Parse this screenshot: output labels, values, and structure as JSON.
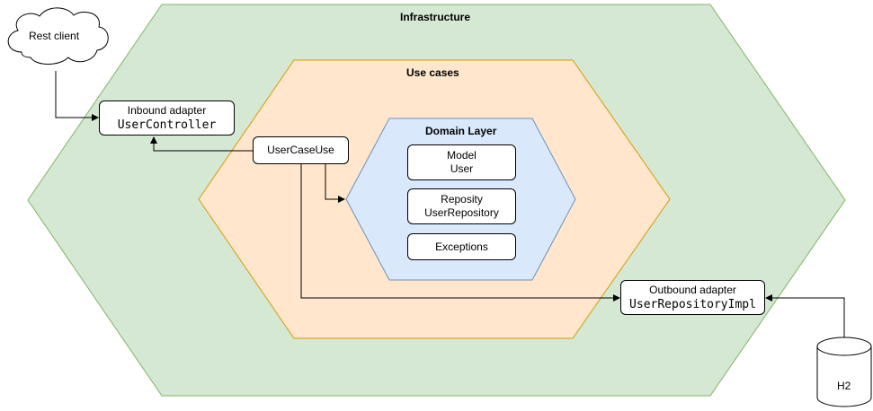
{
  "layers": {
    "infrastructure": {
      "title": "Infrastructure",
      "fill": "#d5e8d4",
      "stroke": "#82b366"
    },
    "use_cases": {
      "title": "Use cases",
      "fill": "#ffe6cc",
      "stroke": "#d79b00"
    },
    "domain": {
      "title": "Domain Layer",
      "fill": "#dae8fc",
      "stroke": "#6c8ebf"
    }
  },
  "nodes": {
    "rest_client": {
      "label": "Rest client"
    },
    "inbound": {
      "label": "Inbound adapter",
      "code": "UserController"
    },
    "usecase": {
      "label": "UserCaseUse"
    },
    "model": {
      "line1": "Model",
      "line2": "User"
    },
    "reposity": {
      "line1": "Reposity",
      "line2": "UserRepository"
    },
    "exceptions": {
      "label": "Exceptions"
    },
    "outbound": {
      "label": "Outbound adapter",
      "code": "UserRepositoryImpl"
    },
    "h2": {
      "label": "H2"
    }
  }
}
